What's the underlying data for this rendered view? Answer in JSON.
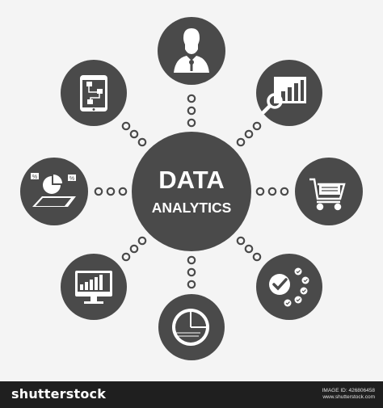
{
  "hub": {
    "line1": "DATA",
    "line2": "ANALYTICS"
  },
  "nodes": [
    {
      "id": "top",
      "icon": "user-avatar-icon"
    },
    {
      "id": "top-right",
      "icon": "chart-magnifier-icon"
    },
    {
      "id": "right",
      "icon": "shopping-cart-icon"
    },
    {
      "id": "bottom-right",
      "icon": "checklist-icon"
    },
    {
      "id": "bottom",
      "icon": "pie-chart-icon"
    },
    {
      "id": "bottom-left",
      "icon": "monitor-bar-chart-icon"
    },
    {
      "id": "left",
      "icon": "tablet-pie-chart-icon"
    },
    {
      "id": "top-left",
      "icon": "mobile-flowchart-icon"
    }
  ],
  "colors": {
    "circle": "#4a4a4a",
    "background": "#f4f4f4",
    "footer": "#1f1f1f",
    "icon": "#ffffff"
  },
  "footer": {
    "logo": "shutterstock",
    "image_id_line": "IMAGE ID: 426806458",
    "site_line": "www.shutterstock.com"
  }
}
